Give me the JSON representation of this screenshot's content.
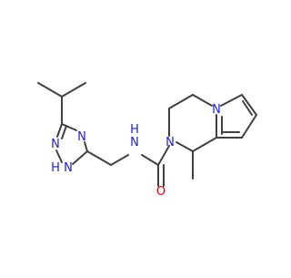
{
  "molecule": {
    "colors": {
      "bond": "#404040",
      "nitrogen": "#1f1fd6",
      "oxygen": "#e00000",
      "background": "#ffffff"
    },
    "atom_labels": {
      "n_triazole_top": "N",
      "n_triazole_left": "N",
      "nh_triazole_n": "N",
      "nh_triazole_h": "H",
      "n_amide_n": "N",
      "n_amide_h": "H",
      "n_ring": "N",
      "n_pyrrole": "N",
      "o_carbonyl": "O"
    }
  }
}
